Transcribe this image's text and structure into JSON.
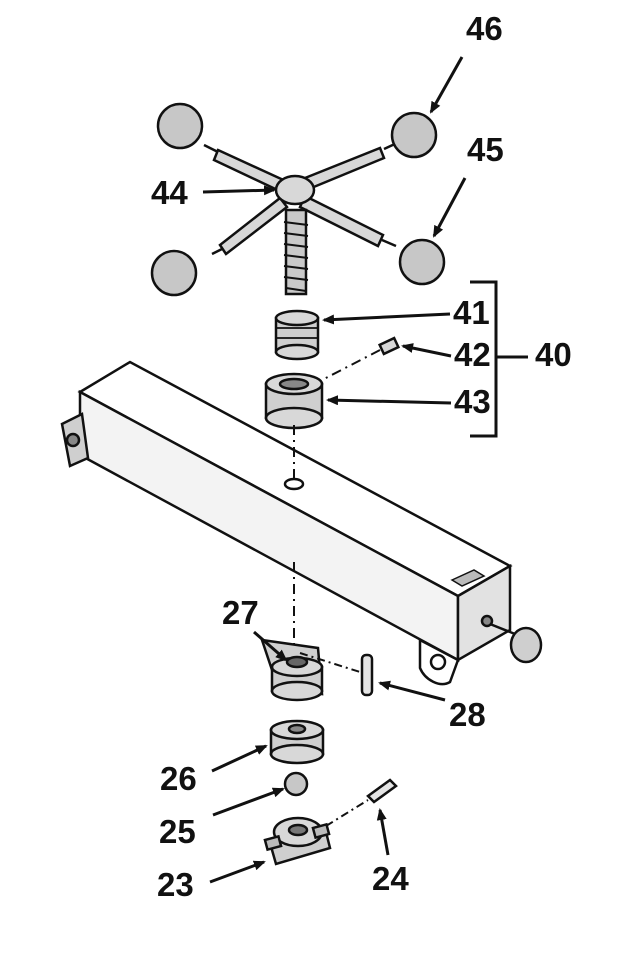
{
  "diagram": {
    "colors": {
      "ink": "#111111",
      "part_fill": "#d8d8d8",
      "ball_fill": "#c7c7c7",
      "background": "#ffffff"
    },
    "callouts": {
      "p46": "46",
      "p45": "45",
      "p44": "44",
      "p41": "41",
      "p42": "42",
      "p40": "40",
      "p43": "43",
      "p27": "27",
      "p28": "28",
      "p26": "26",
      "p25": "25",
      "p23": "23",
      "p24": "24"
    }
  }
}
